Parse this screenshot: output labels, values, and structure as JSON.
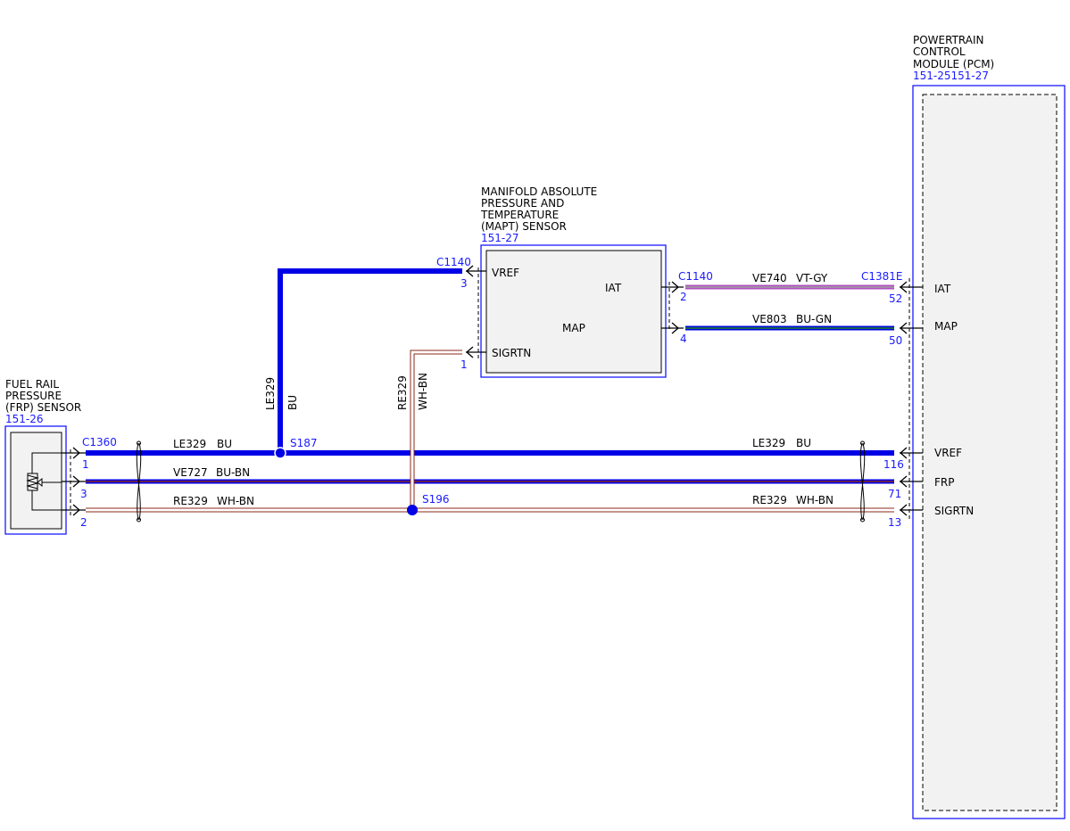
{
  "components": {
    "pcm": {
      "title_lines": [
        "POWERTRAIN",
        "CONTROL",
        "MODULE (PCM)"
      ],
      "ref": "151-25151-27",
      "pins": [
        {
          "label": "IAT",
          "num": "52"
        },
        {
          "label": "MAP",
          "num": "50"
        },
        {
          "label": "VREF",
          "num": "116"
        },
        {
          "label": "FRP",
          "num": "71"
        },
        {
          "label": "SIGRTN",
          "num": "13"
        }
      ],
      "connector": "C1381E"
    },
    "mapt": {
      "title_lines": [
        "MANIFOLD ABSOLUTE",
        "PRESSURE AND",
        "TEMPERATURE",
        "(MAPT) SENSOR"
      ],
      "ref": "151-27",
      "inner_labels": {
        "vref": "VREF",
        "sigrtn": "SIGRTN",
        "iat": "IAT",
        "map": "MAP"
      },
      "connector_left": "C1140",
      "connector_right": "C1140",
      "pins": {
        "vref": "3",
        "sigrtn": "1",
        "iat": "2",
        "map": "4"
      }
    },
    "frp": {
      "title_lines": [
        "FUEL RAIL",
        "PRESSURE",
        "(FRP) SENSOR"
      ],
      "ref": "151-26",
      "connector": "C1360",
      "pins": {
        "vref": "1",
        "frp": "3",
        "sigrtn": "2"
      }
    }
  },
  "wires": {
    "ve740": {
      "circuit": "VE740",
      "color": "VT-GY"
    },
    "ve803": {
      "circuit": "VE803",
      "color": "BU-GN"
    },
    "le329_vertical": {
      "circuit": "LE329",
      "color": "BU"
    },
    "re329_vertical": {
      "circuit": "RE329",
      "color": "WH-BN"
    },
    "le329_left": {
      "circuit": "LE329",
      "color": "BU"
    },
    "le329_right": {
      "circuit": "LE329",
      "color": "BU"
    },
    "ve727": {
      "circuit": "VE727",
      "color": "BU-BN"
    },
    "re329_left": {
      "circuit": "RE329",
      "color": "WH-BN"
    },
    "re329_right": {
      "circuit": "RE329",
      "color": "WH-BN"
    }
  },
  "splices": {
    "s187": "S187",
    "s196": "S196"
  },
  "colors": {
    "blue_wire": "#0000e6",
    "ref_text": "#1a1aff",
    "violet": "#b04ec0",
    "gray": "#a0a0a0",
    "green": "#1a8a1a",
    "white": "#ffffff",
    "brown": "#8b2a1a",
    "box_fill": "#f2f2f2"
  }
}
